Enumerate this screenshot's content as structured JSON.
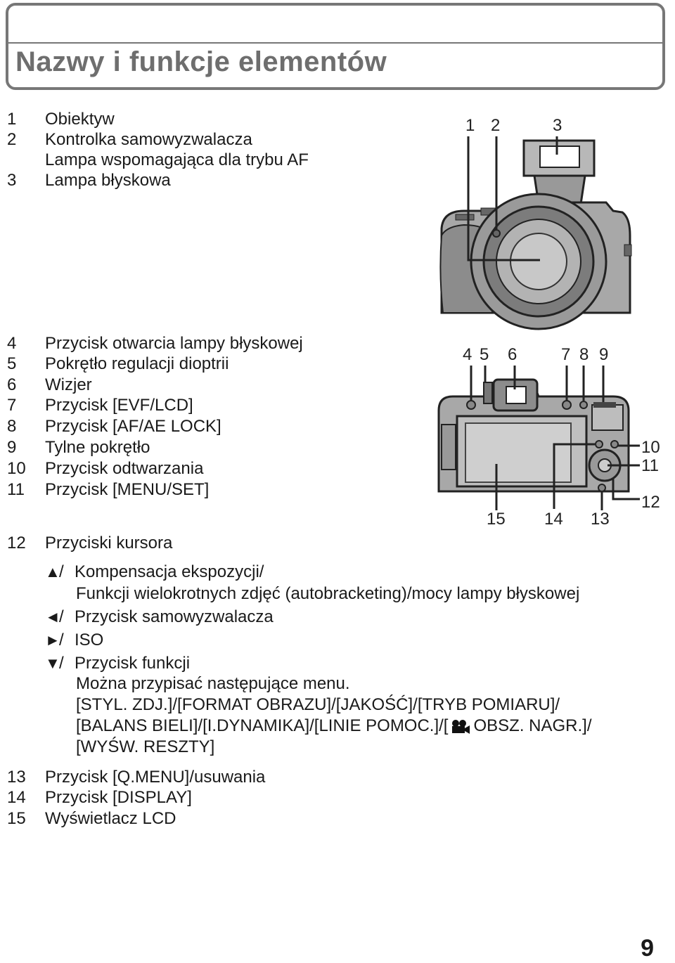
{
  "header": {
    "title": "Nazwy i funkcje elementów"
  },
  "group1": [
    {
      "num": "1",
      "label": "Obiektyw"
    },
    {
      "num": "2",
      "label": "Kontrolka samowyzwalacza"
    },
    {
      "num": "",
      "label": "Lampa wspomagająca dla trybu AF"
    },
    {
      "num": "3",
      "label": "Lampa błyskowa"
    }
  ],
  "group2": [
    {
      "num": "4",
      "label": "Przycisk otwarcia lampy błyskowej"
    },
    {
      "num": "5",
      "label": "Pokrętło regulacji dioptrii"
    },
    {
      "num": "6",
      "label": "Wizjer"
    },
    {
      "num": "7",
      "label": "Przycisk [EVF/LCD]"
    },
    {
      "num": "8",
      "label": "Przycisk [AF/AE LOCK]"
    },
    {
      "num": "9",
      "label": "Tylne pokrętło"
    },
    {
      "num": "10",
      "label": "Przycisk odtwarzania"
    },
    {
      "num": "11",
      "label": "Przycisk [MENU/SET]"
    }
  ],
  "item12": {
    "num": "12",
    "label": "Przyciski kursora"
  },
  "cursor": {
    "up": {
      "symbol": "▲",
      "slash": "/",
      "label": "Kompensacja ekspozycji/",
      "cont": "Funkcji wielokrotnych zdjęć (autobracketing)/mocy lampy błyskowej"
    },
    "left": {
      "symbol": "◄",
      "slash": "/",
      "label": "Przycisk samowyzwalacza"
    },
    "right": {
      "symbol": "►",
      "slash": "/",
      "label": "ISO"
    },
    "down": {
      "symbol": "▼",
      "slash": "/",
      "label": "Przycisk funkcji",
      "line2": "Można przypisać następujące menu.",
      "line3": "[STYL. ZDJ.]/[FORMAT OBRAZU]/[JAKOŚĆ]/[TRYB POMIARU]/",
      "line4a": "[BALANS BIELI]/[I.DYNAMIKA]/[LINIE POMOC.]/[",
      "line4b": "OBSZ. NAGR.]/",
      "line5": "[WYŚW. RESZTY]"
    }
  },
  "group3": [
    {
      "num": "13",
      "label": "Przycisk [Q.MENU]/usuwania"
    },
    {
      "num": "14",
      "label": "Przycisk [DISPLAY]"
    },
    {
      "num": "15",
      "label": "Wyświetlacz LCD"
    }
  ],
  "front_callouts": [
    "1",
    "2",
    "3"
  ],
  "back_callouts": {
    "top": [
      "4",
      "5",
      "6",
      "7",
      "8",
      "9"
    ],
    "right": [
      "10",
      "11",
      "12"
    ],
    "bottom": [
      "15",
      "14",
      "13"
    ]
  },
  "page_number": "9",
  "colors": {
    "title": "#6e6e6e",
    "frame": "#777777"
  }
}
